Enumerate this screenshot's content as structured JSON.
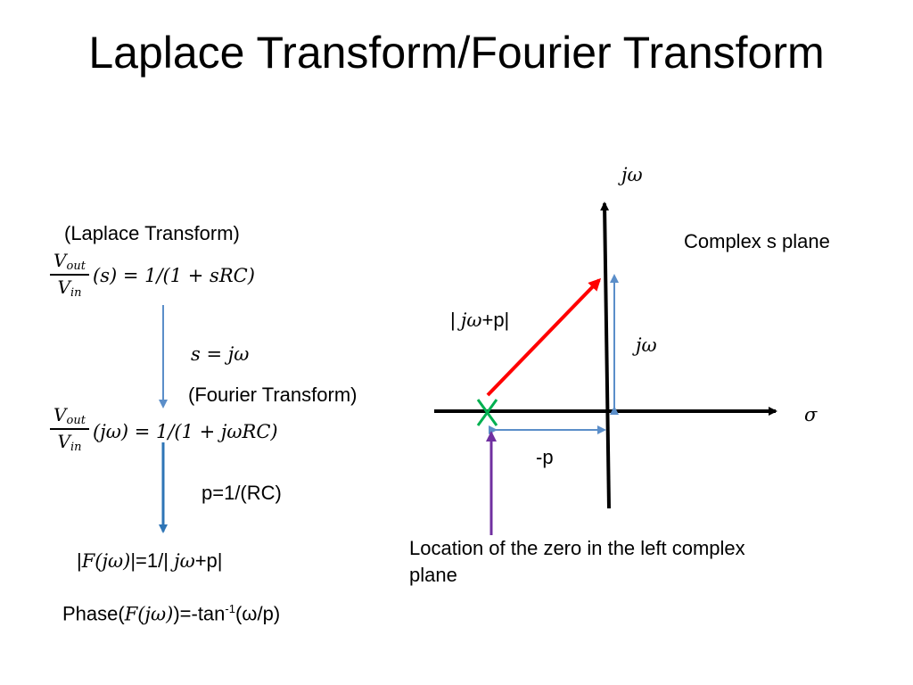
{
  "title": "Laplace Transform/Fourier Transform",
  "left": {
    "laplace_label": "(Laplace Transform)",
    "frac_num": "V",
    "frac_num_sub": "out",
    "frac_den": "V",
    "frac_den_sub": "in",
    "laplace_rhs": "(s) = 1/(1 + sRC)",
    "substitution": "s = jω",
    "fourier_label": "(Fourier Transform)",
    "fourier_rhs": "(jω) = 1/(1 + jωRC)",
    "pole_def": "p=1/(RC)",
    "magnitude_a": "|",
    "magnitude_b": "F(jω)",
    "magnitude_c": "|=1/| ",
    "magnitude_d": "jω",
    "magnitude_e": "+p|",
    "phase_a": "Phase(",
    "phase_b": "F(jω)",
    "phase_c": ")=-tan",
    "phase_sup": "-1",
    "phase_d": "(ω/p)"
  },
  "plane": {
    "j_omega_axis": "jω",
    "sigma_axis": "σ",
    "complex_plane_label": "Complex s plane",
    "vector_label_a": "| ",
    "vector_label_b": "jω",
    "vector_label_c": "+p|",
    "vertical_component": "jω",
    "horizontal_component": "-p",
    "zero_marker": "X",
    "zero_caption_line1": "Location of the zero in the left complex",
    "zero_caption_line2": "plane"
  },
  "colors": {
    "axis": "#000000",
    "vector": "#ff0000",
    "component_arrows": "#5b8ec9",
    "flow_arrows": "#2e75b6",
    "zero_marker": "#00b050",
    "caption_arrow": "#7030a0"
  }
}
